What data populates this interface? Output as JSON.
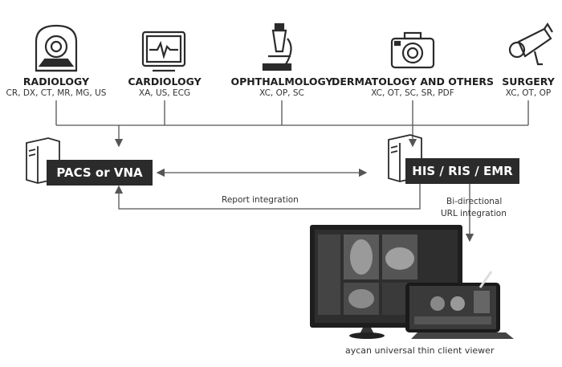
{
  "modalities": [
    {
      "name": "RADIOLOGY",
      "codes": "CR, DX, CT, MR, MG, US",
      "icon": "ct-scanner-icon"
    },
    {
      "name": "CARDIOLOGY",
      "codes": "XA, US, ECG",
      "icon": "ecg-monitor-icon"
    },
    {
      "name": "OPHTHALMOLOGY",
      "codes": "XC, OP, SC",
      "icon": "microscope-icon"
    },
    {
      "name": "DERMATOLOGY AND OTHERS",
      "codes": "XC, OT, SC, SR, PDF",
      "icon": "camera-icon"
    },
    {
      "name": "SURGERY",
      "codes": "XC, OT, OP",
      "icon": "surgical-camera-icon"
    }
  ],
  "systems": {
    "pacs": "PACS or VNA",
    "his": "HIS / RIS / EMR"
  },
  "links": {
    "report": "Report integration",
    "bidir_line1": "Bi-directional",
    "bidir_line2": "URL integration"
  },
  "viewer": {
    "caption": "aycan universal thin client viewer",
    "icon": "monitor-and-tablet-icon"
  },
  "colors": {
    "dark": "#2b2b2b",
    "line": "#555555"
  }
}
